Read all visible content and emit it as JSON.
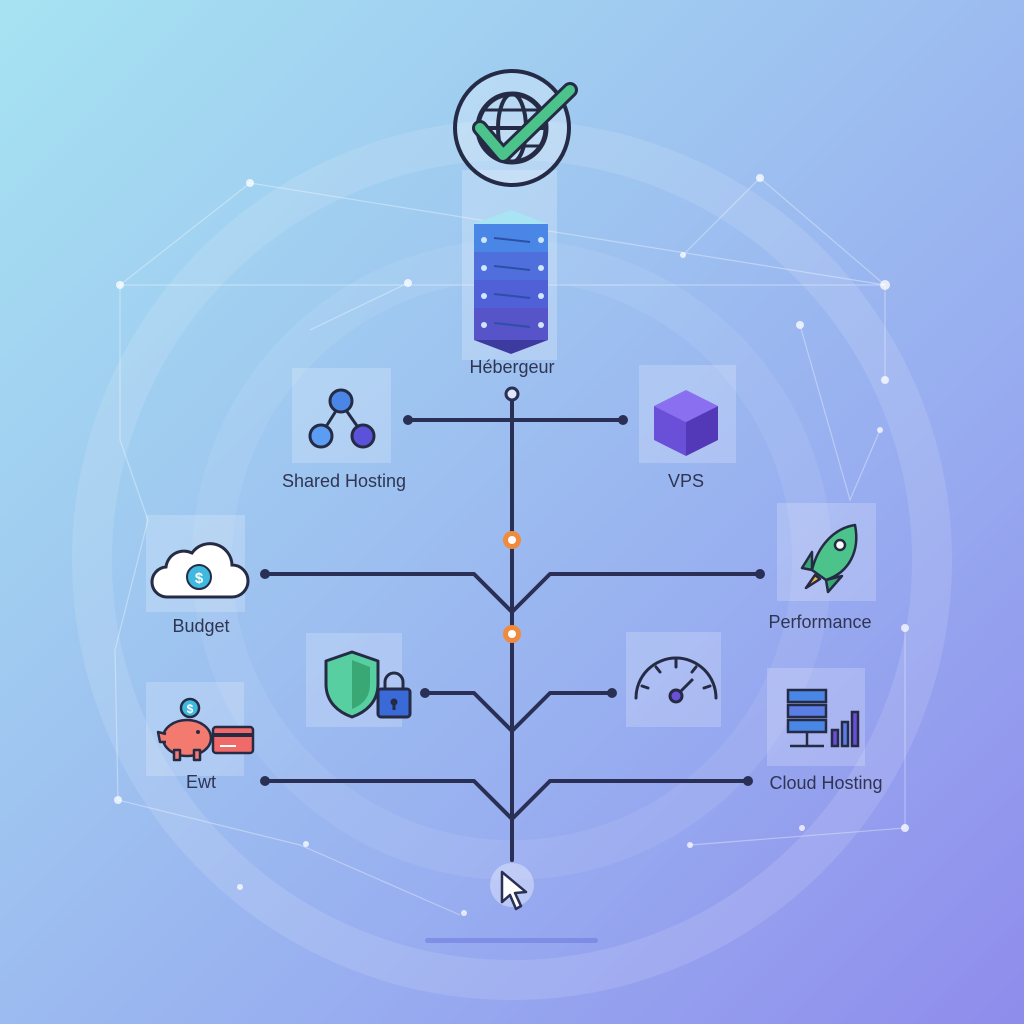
{
  "root": {
    "label": "Hébergeur",
    "icons": [
      "globe-check-icon",
      "server-stack-icon"
    ]
  },
  "nodes": {
    "shared_hosting": {
      "label": "Shared Hosting",
      "icon": "network-nodes-icon"
    },
    "vps": {
      "label": "VPS",
      "icon": "cube-icon"
    },
    "budget": {
      "label": "Budget",
      "icon": "cloud-dollar-icon"
    },
    "performance": {
      "label": "Performance",
      "icon": "rocket-icon"
    },
    "security": {
      "icon": "shield-lock-icon"
    },
    "speed": {
      "icon": "speedometer-icon"
    },
    "ewt": {
      "label": "Ewt",
      "icon": "piggy-bank-card-icon"
    },
    "cloud_hosting": {
      "label": "Cloud Hosting",
      "icon": "server-chart-icon"
    }
  },
  "colors": {
    "line": "#2a2f55",
    "junction": "#f08a3c",
    "accent_green": "#4cc38a",
    "accent_purple": "#6a4fd8",
    "server_blue": "#4a7de0"
  }
}
